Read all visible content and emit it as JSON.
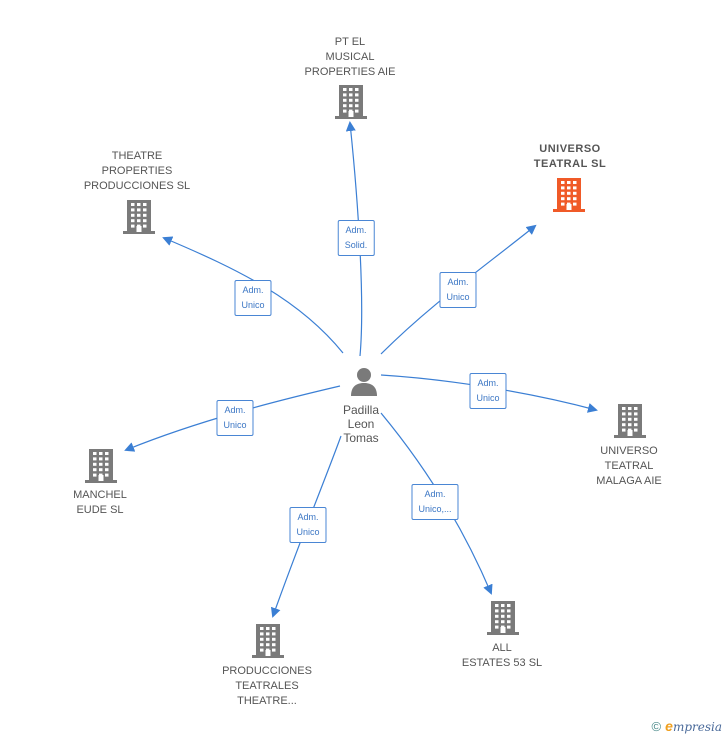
{
  "center": {
    "label": "Padilla\nLeon\nTomas",
    "icon": "person-icon"
  },
  "nodes": [
    {
      "id": "pt-el-musical",
      "label": "PT EL\nMUSICAL\nPROPERTIES AIE",
      "highlight": false,
      "icon": "building-icon"
    },
    {
      "id": "universo-teatral",
      "label": "UNIVERSO\nTEATRAL  SL",
      "highlight": true,
      "icon": "building-icon"
    },
    {
      "id": "theatre-properties",
      "label": "THEATRE\nPROPERTIES\nPRODUCCIONES SL",
      "highlight": false,
      "icon": "building-icon"
    },
    {
      "id": "universo-teatral-malaga",
      "label": "UNIVERSO\nTEATRAL\nMALAGA AIE",
      "highlight": false,
      "icon": "building-icon"
    },
    {
      "id": "manchel-eude",
      "label": "MANCHEL\nEUDE SL",
      "highlight": false,
      "icon": "building-icon"
    },
    {
      "id": "producciones-teatrales",
      "label": "PRODUCCIONES\nTEATRALES\nTHEATRE...",
      "highlight": false,
      "icon": "building-icon"
    },
    {
      "id": "all-estates",
      "label": "ALL\nESTATES 53 SL",
      "highlight": false,
      "icon": "building-icon"
    }
  ],
  "edges": [
    {
      "to": "pt-el-musical",
      "label": "Adm.\nSolid."
    },
    {
      "to": "universo-teatral",
      "label": "Adm.\nUnico"
    },
    {
      "to": "theatre-properties",
      "label": "Adm.\nUnico"
    },
    {
      "to": "universo-teatral-malaga",
      "label": "Adm.\nUnico"
    },
    {
      "to": "manchel-eude",
      "label": "Adm.\nUnico"
    },
    {
      "to": "producciones-teatrales",
      "label": "Adm.\nUnico"
    },
    {
      "to": "all-estates",
      "label": "Adm.\nUnico,..."
    }
  ],
  "colors": {
    "edge": "#3b7fd4",
    "building": "#7a7a7a",
    "building_highlight": "#f05a28",
    "person": "#7a7a7a"
  },
  "footer": {
    "copyright": "©",
    "brand_initial": "e",
    "brand_rest": "mpresia"
  }
}
